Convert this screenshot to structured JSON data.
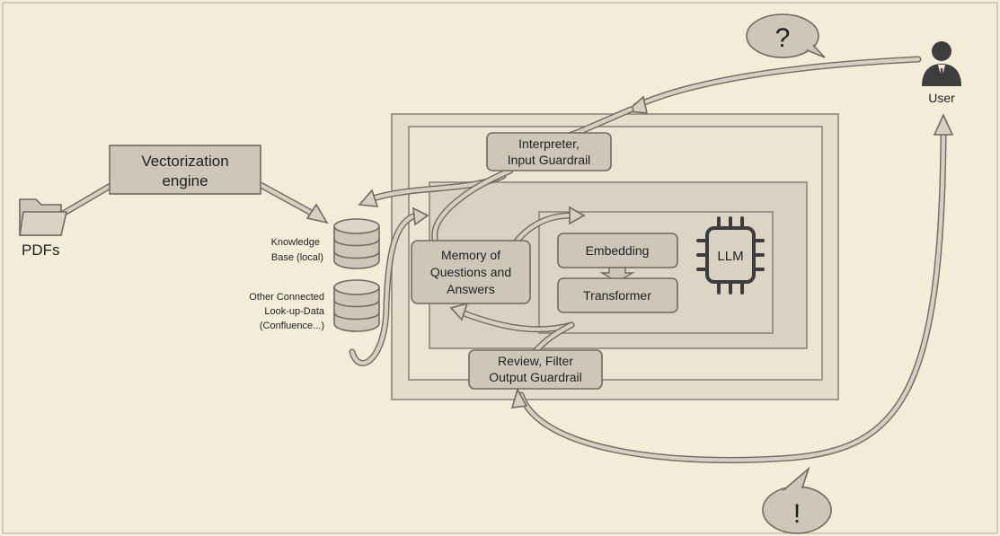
{
  "nodes": {
    "pdfs": "PDFs",
    "vectorization_line1": "Vectorization",
    "vectorization_line2": "engine",
    "knowledge_base_line1": "Knowledge",
    "knowledge_base_line2": "Base (local)",
    "other_data_line1": "Other Connected",
    "other_data_line2": "Look-up-Data",
    "other_data_line3": "(Confluence...)",
    "interpreter_line1": "Interpreter,",
    "interpreter_line2": "Input Guardrail",
    "memory_line1": "Memory of",
    "memory_line2": "Questions and",
    "memory_line3": "Answers",
    "embedding": "Embedding",
    "transformer": "Transformer",
    "llm": "LLM",
    "review_line1": "Review, Filter",
    "review_line2": "Output Guardrail",
    "user": "User",
    "question_bubble": "?",
    "answer_bubble": "!"
  },
  "icons": {
    "folder": "folder-icon",
    "database": "database-icon",
    "chip": "chip-icon",
    "user": "user-icon"
  },
  "colors": {
    "background": "#f3ecd9",
    "box_fill": "#cdc7b9",
    "frame_fill": "#e4ddcc",
    "inner_fill": "#d9d2c2",
    "stroke": "#6f6a62",
    "dark": "#3d3d3d"
  }
}
